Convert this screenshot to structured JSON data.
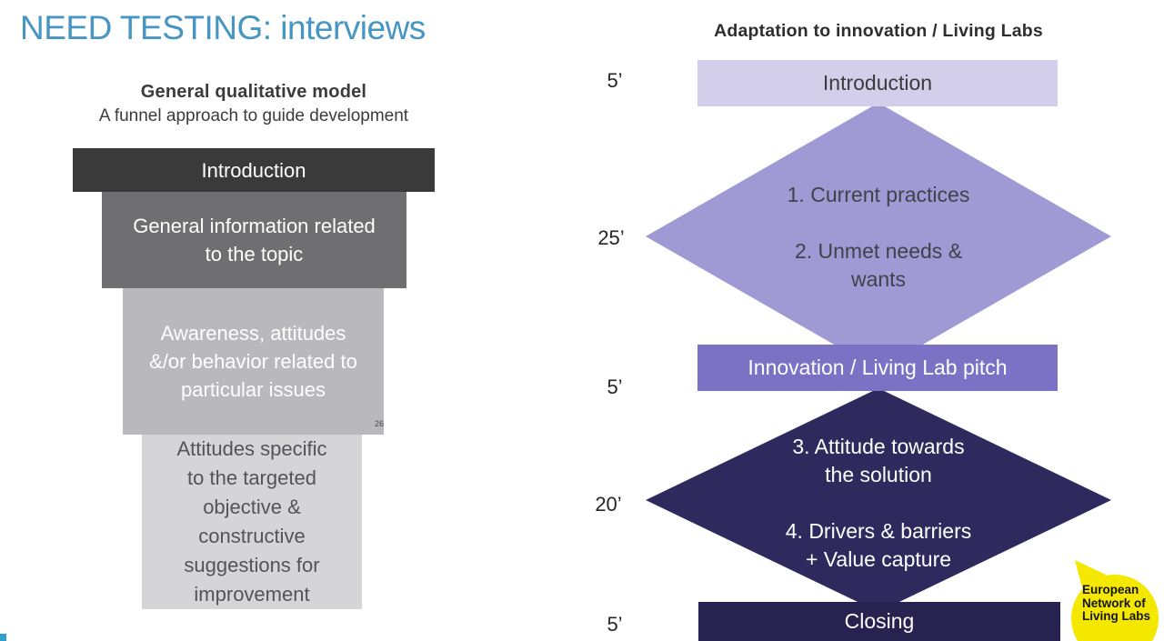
{
  "page": {
    "title": "NEED TESTING: interviews",
    "slide_number": "26"
  },
  "left_panel": {
    "heading": "General qualitative model",
    "subheading": "A funnel approach to guide development",
    "funnel": [
      {
        "lines": [
          "Introduction"
        ]
      },
      {
        "lines": [
          "General information related",
          "to the topic"
        ]
      },
      {
        "lines": [
          "Awareness, attitudes",
          "&/or behavior related to",
          "particular issues"
        ]
      },
      {
        "lines": [
          "Attitudes specific",
          "to the targeted",
          "objective &",
          "constructive",
          "suggestions for",
          "improvement"
        ]
      }
    ]
  },
  "right_panel": {
    "heading": "Adaptation to innovation / Living Labs",
    "steps": [
      {
        "type": "bar",
        "duration": "5’",
        "label": "Introduction"
      },
      {
        "type": "diamond",
        "duration": "25’",
        "lines": [
          "1. Current practices",
          "2. Unmet needs &",
          "wants"
        ]
      },
      {
        "type": "bar",
        "duration": "5’",
        "label": "Innovation / Living Lab pitch"
      },
      {
        "type": "diamond",
        "duration": "20’",
        "lines": [
          "3. Attitude towards",
          "the solution",
          "4. Drivers & barriers",
          "+ Value capture"
        ]
      },
      {
        "type": "bar",
        "duration": "5’",
        "label": "Closing"
      }
    ]
  },
  "logo": {
    "lines": [
      "European",
      "Network of",
      "Living Labs"
    ]
  },
  "colors": {
    "title_blue": "#4795c2",
    "funnel_dark": "#3b3a3a",
    "funnel_medium": "#6f6e70",
    "funnel_light": "#b9b8bc",
    "funnel_lightest": "#d5d4d7",
    "bar_light_purple": "#d3cfeb",
    "diamond_light_purple": "#a09ad4",
    "bar_medium_purple": "#7b72c6",
    "diamond_dark_navy": "#2e2a5e",
    "bar_dark_navy": "#27224f",
    "logo_yellow": "#f5e800",
    "corner_blue": "#2f9fd0"
  }
}
